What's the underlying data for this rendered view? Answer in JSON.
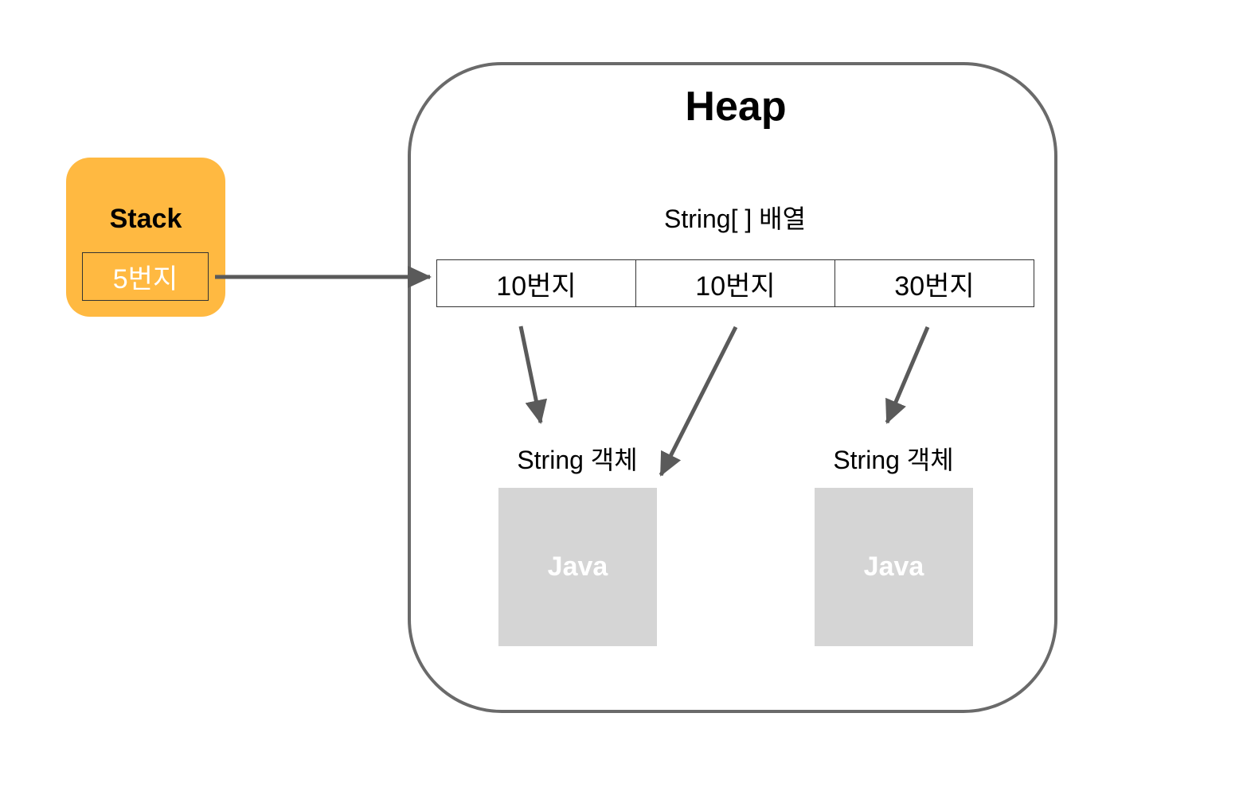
{
  "heap": {
    "title": "Heap"
  },
  "stack": {
    "title": "Stack",
    "cell": "5번지"
  },
  "array": {
    "label": "String[ ] 배열",
    "cells": [
      "10번지",
      "10번지",
      "30번지"
    ]
  },
  "objects": [
    {
      "label": "String 객체",
      "value": "Java"
    },
    {
      "label": "String 객체",
      "value": "Java"
    }
  ],
  "colors": {
    "stack_fill": "#ffb941",
    "object_fill": "#d5d5d5",
    "arrow": "#5a5a5a",
    "heap_border": "#6a6a6a"
  }
}
